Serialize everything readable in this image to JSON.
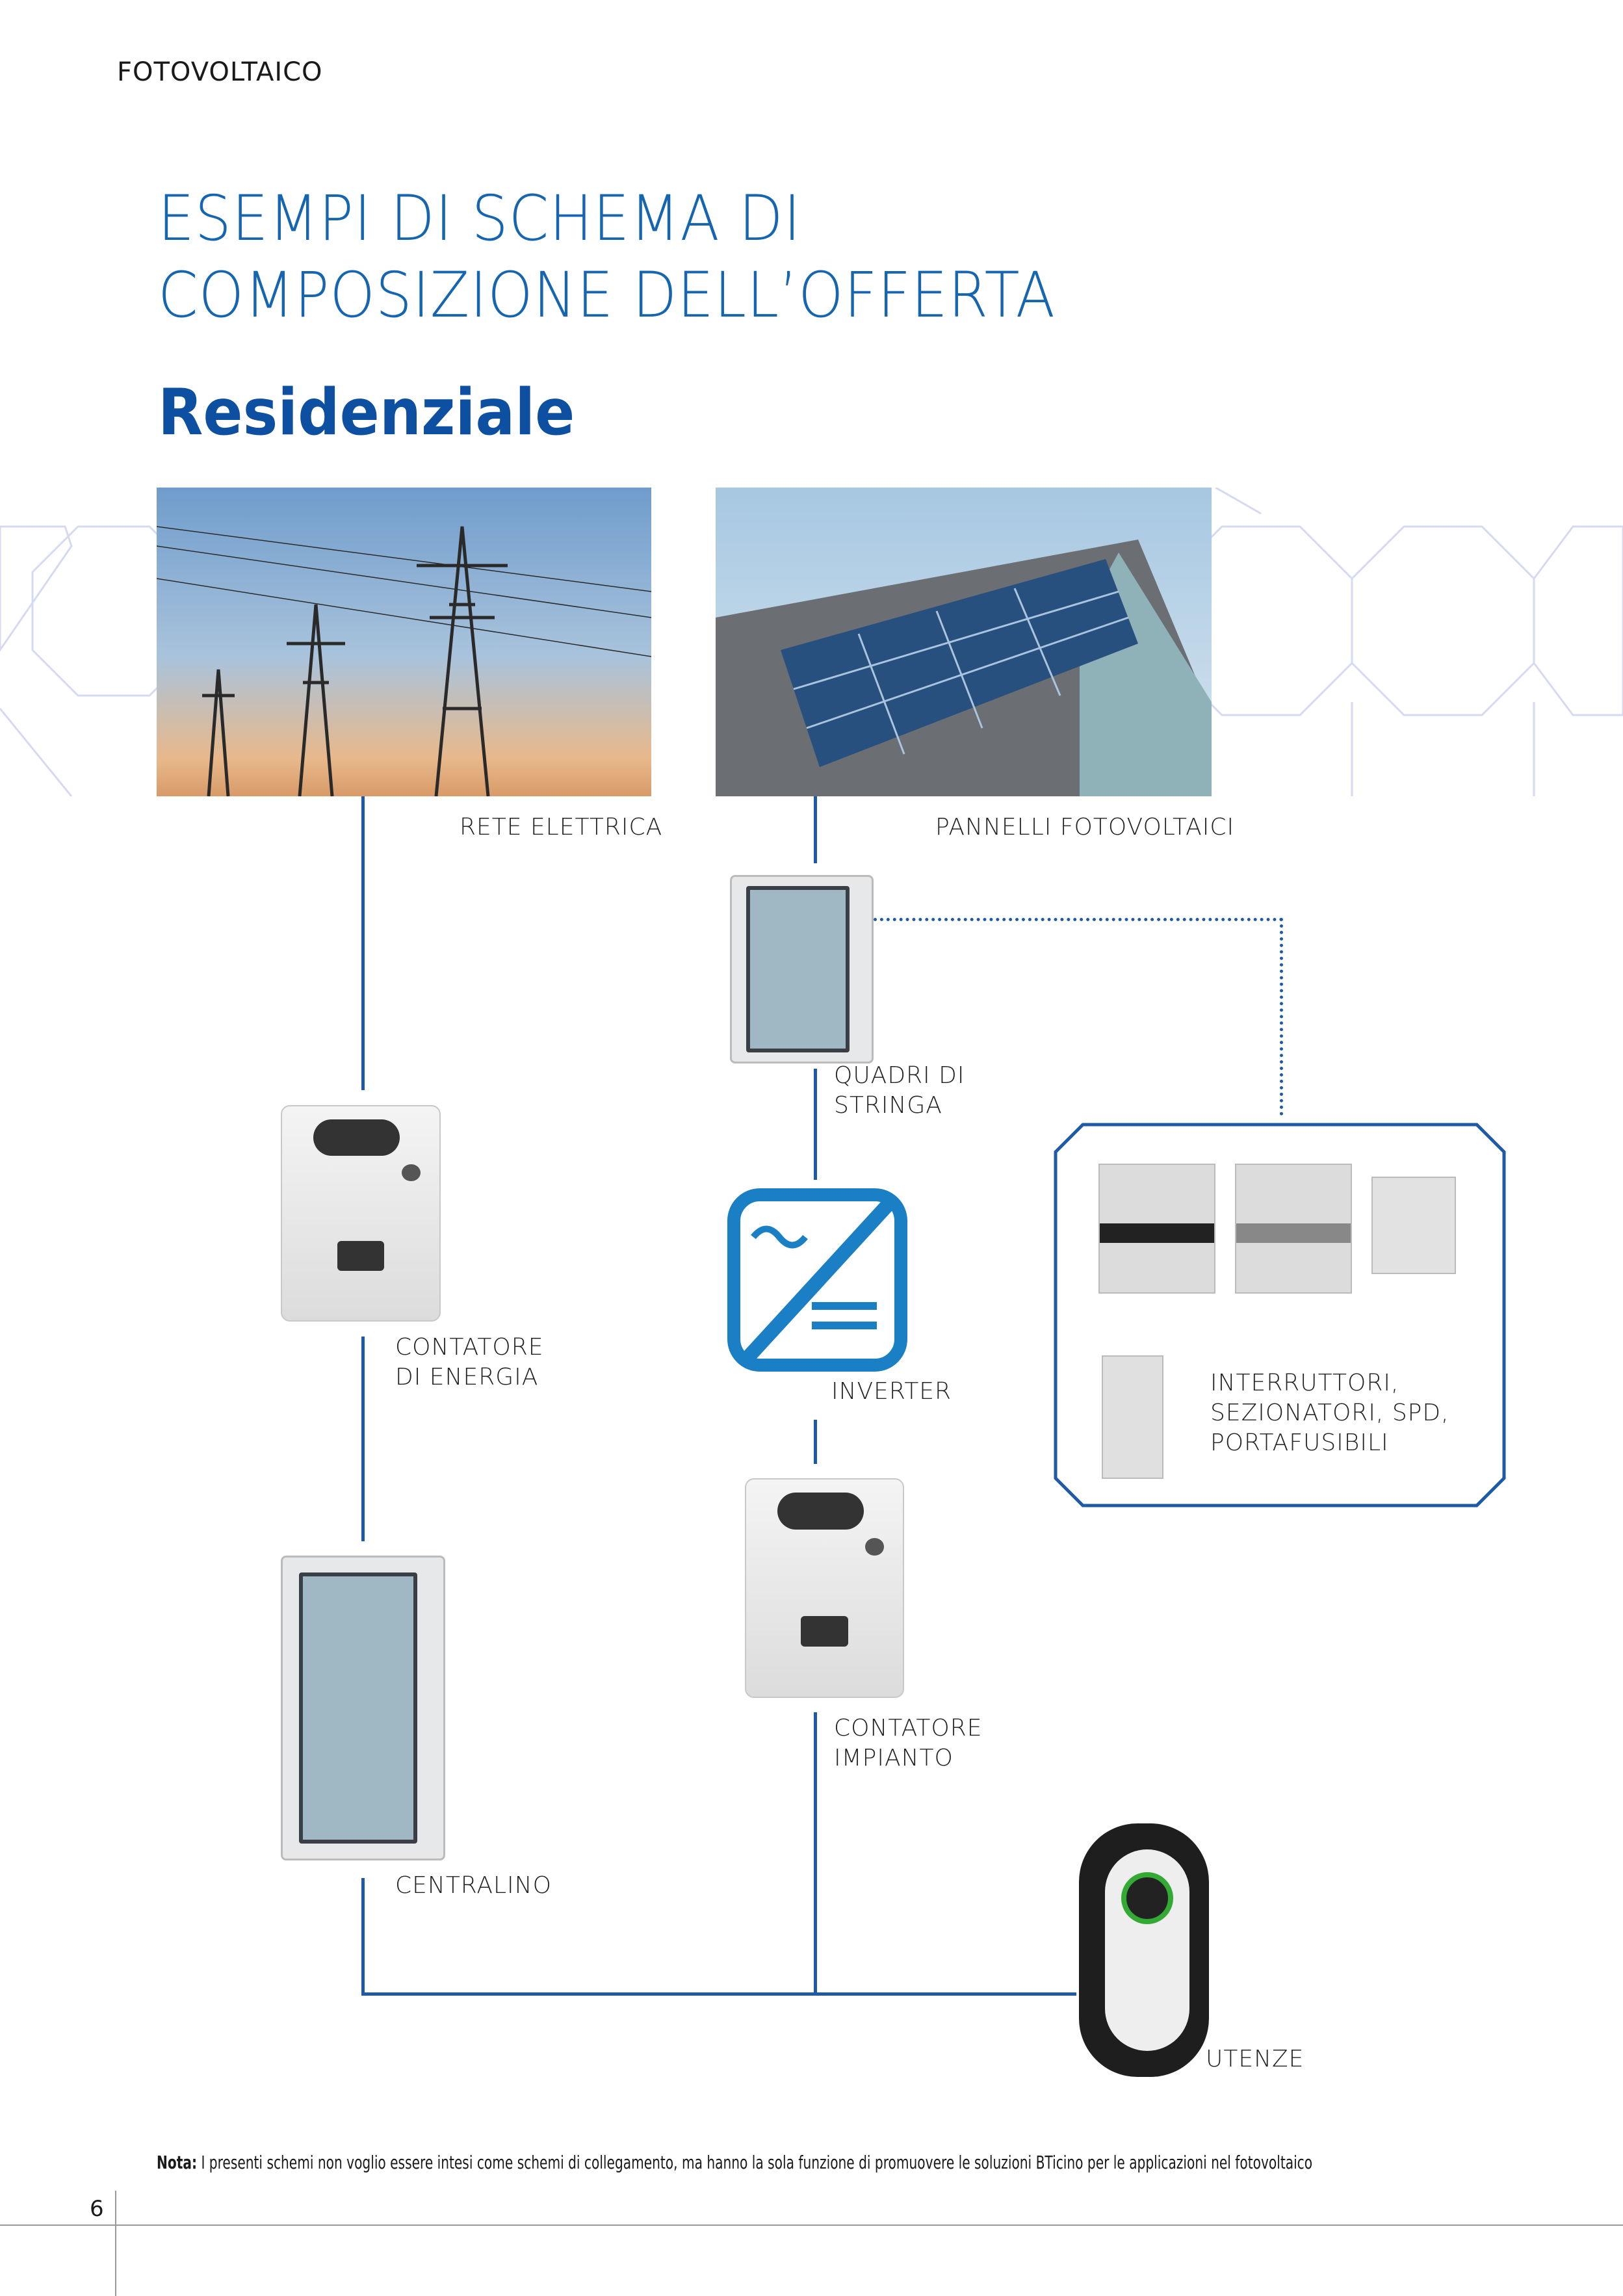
{
  "header": {
    "section": "FOTOVOLTAICO"
  },
  "title": {
    "line1": "ESEMPI DI SCHEMA DI",
    "line2": "COMPOSIZIONE DELL’OFFERTA",
    "subtitle": "Residenziale"
  },
  "nodes": {
    "rete": "RETE ELETTRICA",
    "pannelli": "PANNELLI FOTOVOLTAICI",
    "quadri": [
      "QUADRI DI",
      "STRINGA"
    ],
    "contatore_energia": [
      "CONTATORE",
      "DI ENERGIA"
    ],
    "inverter": "INVERTER",
    "contatore_impianto": [
      "CONTATORE",
      "IMPIANTO"
    ],
    "centralino": "CENTRALINO",
    "utenze": "UTENZE",
    "protezioni": [
      "INTERRUTTORI,",
      "SEZIONATORI, SPD,",
      "PORTAFUSIBILI"
    ]
  },
  "note": {
    "label": "Nota:",
    "text": " I presenti schemi non voglio essere intesi come schemi di collegamento, ma hanno la sola funzione di promuovere le soluzioni BTicino per le applicazioni nel fotovoltaico"
  },
  "footer": {
    "page": "6"
  },
  "colors": {
    "accent": "#1565b0",
    "line": "#1f5aa6",
    "pattern": "#d6daf0"
  }
}
